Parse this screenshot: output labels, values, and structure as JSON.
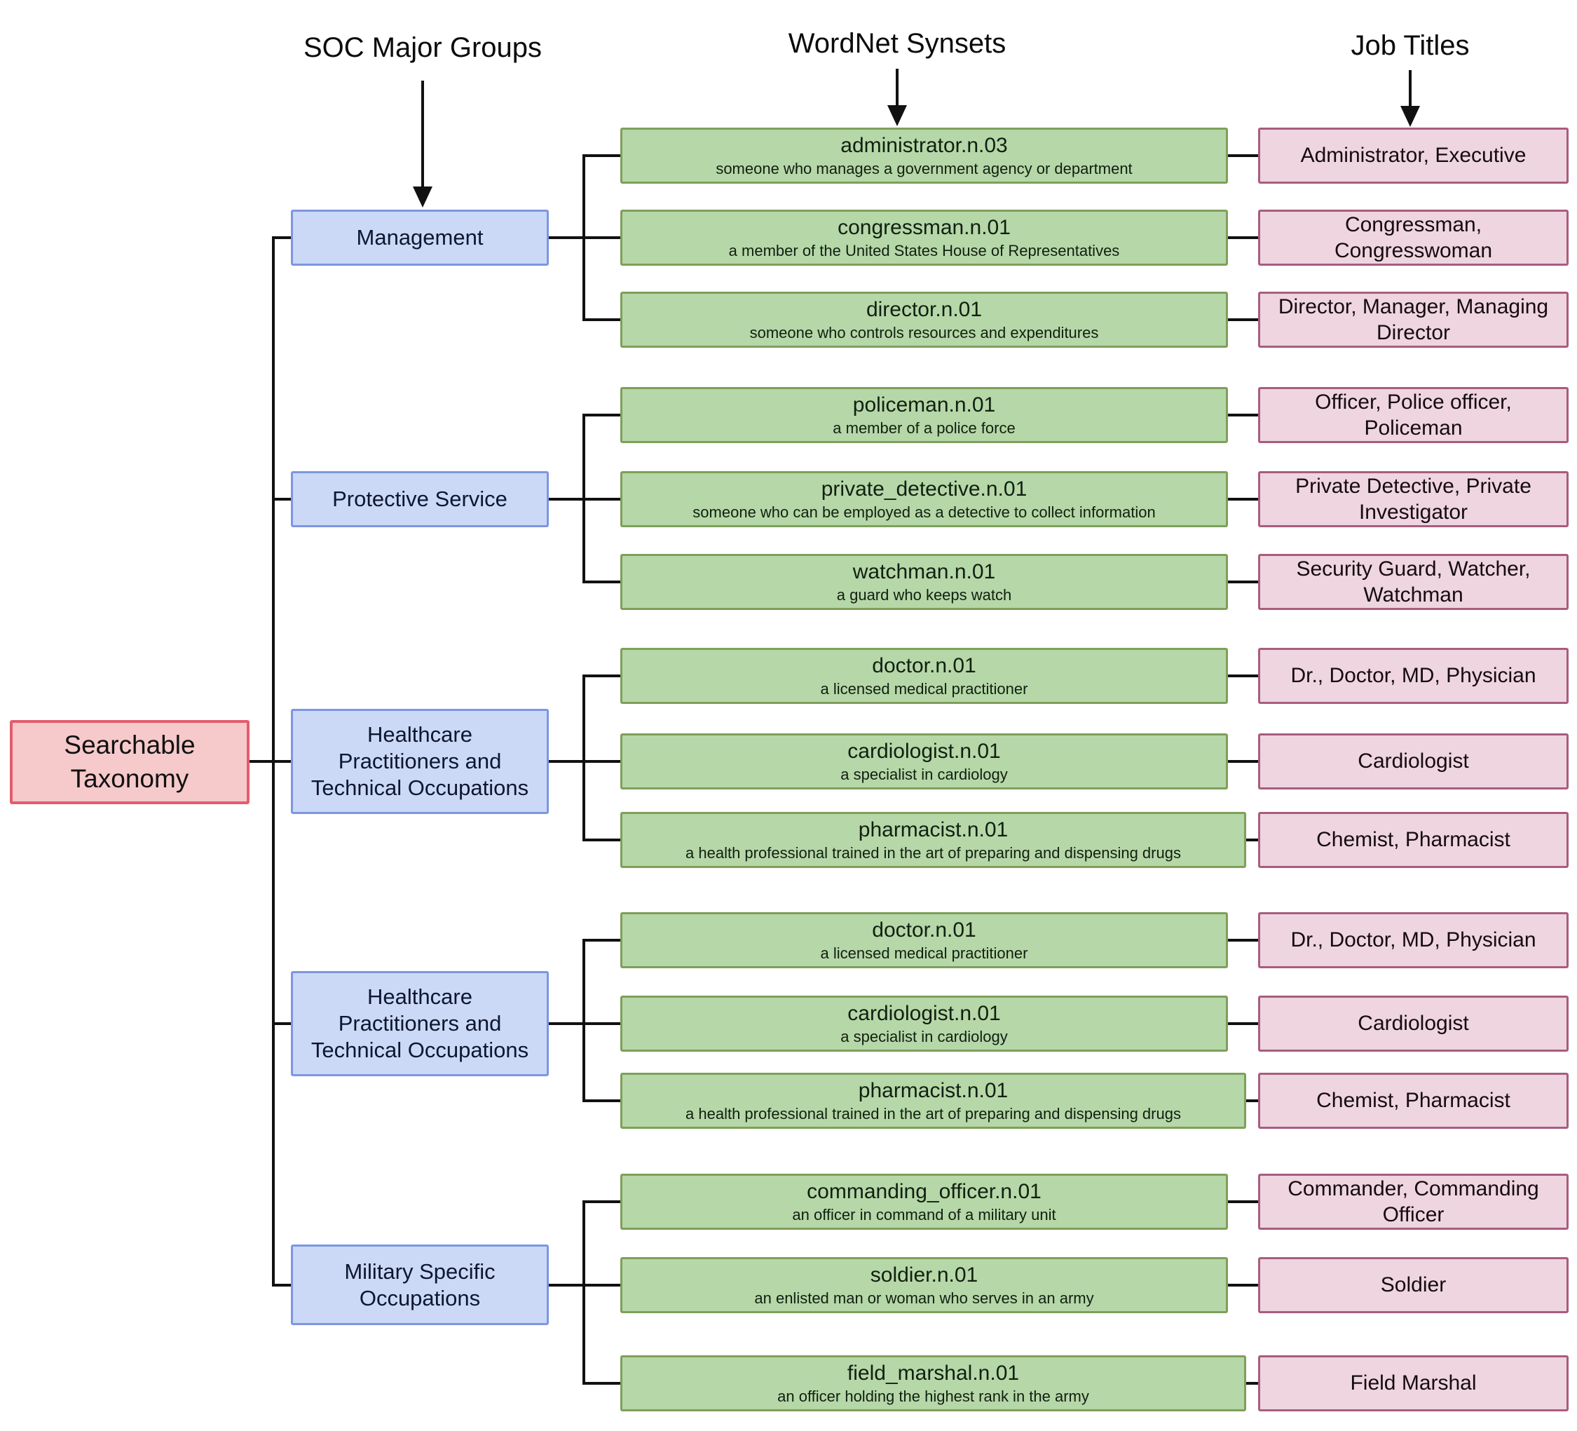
{
  "diagram_title": "Searchable Taxonomy",
  "column_headers": {
    "soc": "SOC Major Groups",
    "wordnet": "WordNet Synsets",
    "job": "Job Titles"
  },
  "groups": [
    {
      "label": "Management",
      "synsets": [
        {
          "name": "administrator.n.03",
          "definition": "someone who manages a government agency or department",
          "job_titles": "Administrator, Executive"
        },
        {
          "name": "congressman.n.01",
          "definition": "a member of the United States House of Representatives",
          "job_titles": "Congressman, Congresswoman"
        },
        {
          "name": "director.n.01",
          "definition": "someone who controls resources and expenditures",
          "job_titles": "Director, Manager, Managing Director"
        }
      ]
    },
    {
      "label": "Protective Service",
      "synsets": [
        {
          "name": "policeman.n.01",
          "definition": "a member of a police force",
          "job_titles": "Officer, Police officer, Policeman"
        },
        {
          "name": "private_detective.n.01",
          "definition": "someone who can be employed as a detective to collect information",
          "job_titles": "Private Detective, Private Investigator"
        },
        {
          "name": "watchman.n.01",
          "definition": "a guard who keeps watch",
          "job_titles": "Security Guard, Watcher, Watchman"
        }
      ]
    },
    {
      "label": "Healthcare Practitioners and Technical Occupations",
      "synsets": [
        {
          "name": "doctor.n.01",
          "definition": "a licensed medical practitioner",
          "job_titles": "Dr., Doctor, MD, Physician"
        },
        {
          "name": "cardiologist.n.01",
          "definition": "a specialist in cardiology",
          "job_titles": "Cardiologist"
        },
        {
          "name": "pharmacist.n.01",
          "definition": "a health professional trained in the art of preparing and dispensing drugs",
          "job_titles": "Chemist, Pharmacist"
        }
      ]
    },
    {
      "label": "Healthcare Practitioners and Technical Occupations",
      "synsets": [
        {
          "name": "doctor.n.01",
          "definition": "a licensed medical practitioner",
          "job_titles": "Dr., Doctor, MD, Physician"
        },
        {
          "name": "cardiologist.n.01",
          "definition": "a specialist in cardiology",
          "job_titles": "Cardiologist"
        },
        {
          "name": "pharmacist.n.01",
          "definition": "a health professional trained in the art of preparing and dispensing drugs",
          "job_titles": "Chemist, Pharmacist"
        }
      ]
    },
    {
      "label": "Military Specific Occupations",
      "synsets": [
        {
          "name": "commanding_officer.n.01",
          "definition": "an officer in command of a military unit",
          "job_titles": "Commander, Commanding Officer"
        },
        {
          "name": "soldier.n.01",
          "definition": "an enlisted man or woman who serves in an army",
          "job_titles": "Soldier"
        },
        {
          "name": "field_marshal.n.01",
          "definition": "an officer holding the highest rank in the army",
          "job_titles": "Field Marshal"
        }
      ]
    }
  ],
  "colors": {
    "root_fill": "#f6c9cb",
    "root_border": "#e35d6d",
    "group_fill": "#cbd9f6",
    "group_border": "#7d96e2",
    "synset_fill": "#b6d7a8",
    "synset_border": "#7f9f5a",
    "job_fill": "#eed5e0",
    "job_border": "#a85d7d",
    "line": "#111111"
  }
}
